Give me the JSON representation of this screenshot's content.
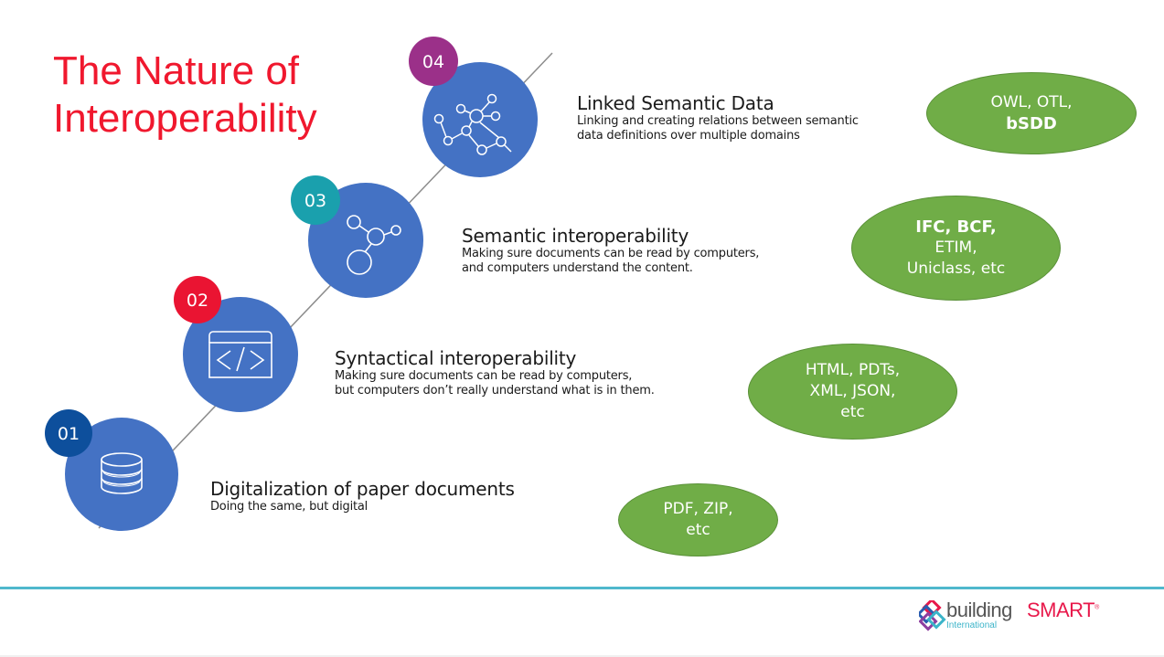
{
  "slide": {
    "title_lines": [
      "The Nature of",
      "Interoperability"
    ],
    "title_color": "#f0182e"
  },
  "steps": [
    {
      "number": "01",
      "badge_color": "#0d4f9c",
      "icon": "database-icon",
      "heading": "Digitalization of paper documents",
      "description_lines": [
        "Doing the same, but digital"
      ],
      "examples": [
        "PDF, ZIP,",
        "etc"
      ],
      "examples_bold": []
    },
    {
      "number": "02",
      "badge_color": "#ea1432",
      "icon": "code-window-icon",
      "heading": "Syntactical interoperability",
      "description_lines": [
        "Making sure documents can be read by computers,",
        "but computers don’t really understand what is in them."
      ],
      "examples": [
        "HTML, PDTs,",
        "XML, JSON,",
        "etc"
      ],
      "examples_bold": []
    },
    {
      "number": "03",
      "badge_color": "#1aa0ad",
      "icon": "molecule-icon",
      "heading": "Semantic interoperability",
      "description_lines": [
        "Making sure documents can be read by computers,",
        "and computers understand the content."
      ],
      "examples": [
        "ETIM,",
        "Uniclass, etc"
      ],
      "examples_bold": [
        "IFC, BCF,"
      ]
    },
    {
      "number": "04",
      "badge_color": "#9b3089",
      "icon": "network-graph-icon",
      "heading": "Linked Semantic Data",
      "description_lines": [
        "Linking and creating relations between semantic",
        "data definitions over multiple domains"
      ],
      "examples": [
        "OWL, OTL,"
      ],
      "examples_bold": [
        "bSDD"
      ]
    }
  ],
  "colors": {
    "circle_fill": "#4472c4",
    "ellipse_fill": "#70ad47",
    "connector_line": "#8c8c8c",
    "footer_line": "#4fb8cc"
  },
  "footer": {
    "logo_building": "building",
    "logo_smart": "SMART",
    "logo_reg": "®",
    "logo_international": "International"
  }
}
